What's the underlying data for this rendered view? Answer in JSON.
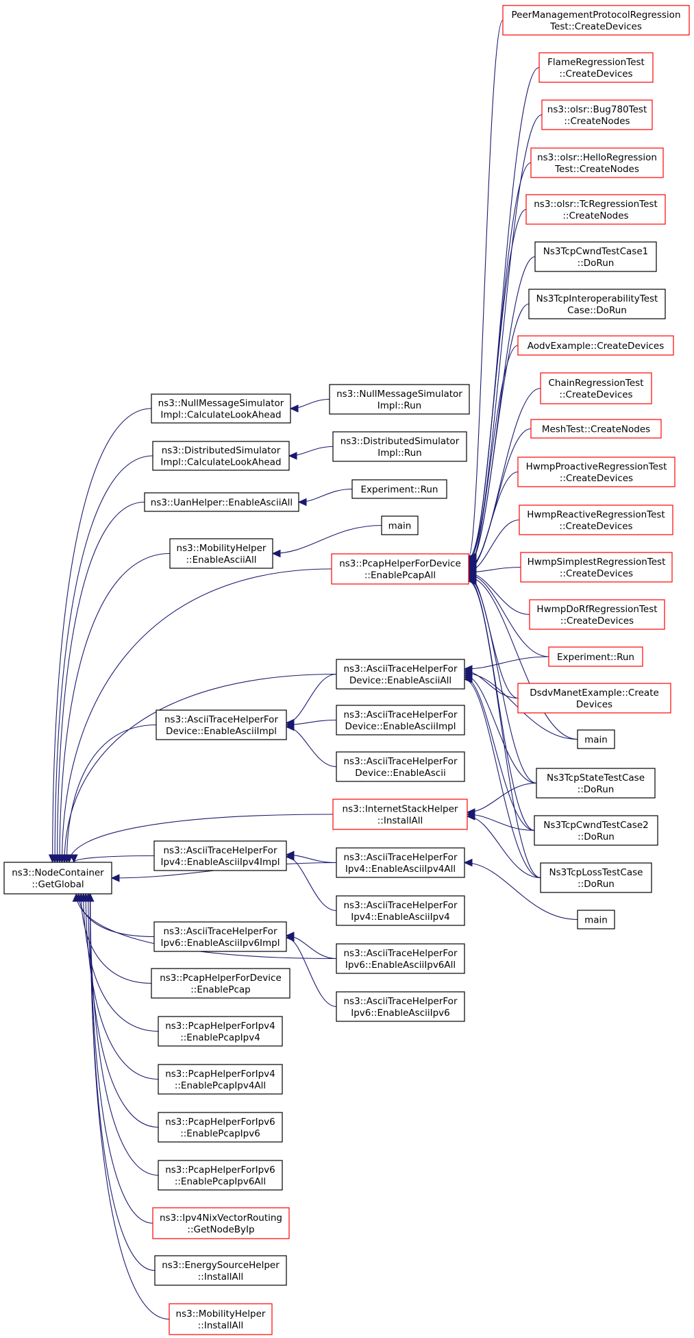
{
  "diagram": {
    "type": "doxygen-caller-graph",
    "colors": {
      "edge": "#191970",
      "normal_border": "#000000",
      "truncated_border": "#ff0000",
      "root_fill": "#bfbfbf",
      "text": "#000000"
    },
    "nodes": [
      {
        "id": "root",
        "lines": [
          "ns3::NodeContainer",
          "::GetGlobal"
        ],
        "style": "root"
      },
      {
        "id": "nms_cla",
        "lines": [
          "ns3::NullMessageSimulator",
          "Impl::CalculateLookAhead"
        ],
        "style": "normal"
      },
      {
        "id": "ds_cla",
        "lines": [
          "ns3::DistributedSimulator",
          "Impl::CalculateLookAhead"
        ],
        "style": "normal"
      },
      {
        "id": "uan",
        "lines": [
          "ns3::UanHelper::EnableAsciiAll"
        ],
        "style": "normal"
      },
      {
        "id": "mob_ascii",
        "lines": [
          "ns3::MobilityHelper",
          "::EnableAsciiAll"
        ],
        "style": "normal"
      },
      {
        "id": "ath_impl",
        "lines": [
          "ns3::AsciiTraceHelperFor",
          "Device::EnableAsciiImpl"
        ],
        "style": "normal"
      },
      {
        "id": "ath4_impl",
        "lines": [
          "ns3::AsciiTraceHelperFor",
          "Ipv4::EnableAsciiIpv4Impl"
        ],
        "style": "normal"
      },
      {
        "id": "ath6_impl",
        "lines": [
          "ns3::AsciiTraceHelperFor",
          "Ipv6::EnableAsciiIpv6Impl"
        ],
        "style": "normal"
      },
      {
        "id": "pcap_dev",
        "lines": [
          "ns3::PcapHelperForDevice",
          "::EnablePcap"
        ],
        "style": "normal"
      },
      {
        "id": "pcap4",
        "lines": [
          "ns3::PcapHelperForIpv4",
          "::EnablePcapIpv4"
        ],
        "style": "normal"
      },
      {
        "id": "pcap4all",
        "lines": [
          "ns3::PcapHelperForIpv4",
          "::EnablePcapIpv4All"
        ],
        "style": "normal"
      },
      {
        "id": "pcap6",
        "lines": [
          "ns3::PcapHelperForIpv6",
          "::EnablePcapIpv6"
        ],
        "style": "normal"
      },
      {
        "id": "pcap6all",
        "lines": [
          "ns3::PcapHelperForIpv6",
          "::EnablePcapIpv6All"
        ],
        "style": "normal"
      },
      {
        "id": "nix",
        "lines": [
          "ns3::Ipv4NixVectorRouting",
          "::GetNodeByIp"
        ],
        "style": "truncated"
      },
      {
        "id": "energy",
        "lines": [
          "ns3::EnergySourceHelper",
          "::InstallAll"
        ],
        "style": "normal"
      },
      {
        "id": "mob_install",
        "lines": [
          "ns3::MobilityHelper",
          "::InstallAll"
        ],
        "style": "truncated"
      },
      {
        "id": "nms_run",
        "lines": [
          "ns3::NullMessageSimulator",
          "Impl::Run"
        ],
        "style": "normal"
      },
      {
        "id": "ds_run",
        "lines": [
          "ns3::DistributedSimulator",
          "Impl::Run"
        ],
        "style": "normal"
      },
      {
        "id": "exp_run1",
        "lines": [
          "Experiment::Run"
        ],
        "style": "normal"
      },
      {
        "id": "main1",
        "lines": [
          "main"
        ],
        "style": "normal"
      },
      {
        "id": "pcap_all",
        "lines": [
          "ns3::PcapHelperForDevice",
          "::EnablePcapAll"
        ],
        "style": "truncated"
      },
      {
        "id": "ath_all",
        "lines": [
          "ns3::AsciiTraceHelperFor",
          "Device::EnableAsciiAll"
        ],
        "style": "normal"
      },
      {
        "id": "ath_impl2",
        "lines": [
          "ns3::AsciiTraceHelperFor",
          "Device::EnableAsciiImpl"
        ],
        "style": "normal"
      },
      {
        "id": "ath_ascii",
        "lines": [
          "ns3::AsciiTraceHelperFor",
          "Device::EnableAscii"
        ],
        "style": "normal"
      },
      {
        "id": "ish",
        "lines": [
          "ns3::InternetStackHelper",
          "::InstallAll"
        ],
        "style": "truncated"
      },
      {
        "id": "ath4_all",
        "lines": [
          "ns3::AsciiTraceHelperFor",
          "Ipv4::EnableAsciiIpv4All"
        ],
        "style": "normal"
      },
      {
        "id": "ath4",
        "lines": [
          "ns3::AsciiTraceHelperFor",
          "Ipv4::EnableAsciiIpv4"
        ],
        "style": "normal"
      },
      {
        "id": "ath6_all",
        "lines": [
          "ns3::AsciiTraceHelperFor",
          "Ipv6::EnableAsciiIpv6All"
        ],
        "style": "normal"
      },
      {
        "id": "ath6",
        "lines": [
          "ns3::AsciiTraceHelperFor",
          "Ipv6::EnableAsciiIpv6"
        ],
        "style": "normal"
      },
      {
        "id": "pmp",
        "lines": [
          "PeerManagementProtocolRegression",
          "Test::CreateDevices"
        ],
        "style": "truncated"
      },
      {
        "id": "flame",
        "lines": [
          "FlameRegressionTest",
          "::CreateDevices"
        ],
        "style": "truncated"
      },
      {
        "id": "bug780",
        "lines": [
          "ns3::olsr::Bug780Test",
          "::CreateNodes"
        ],
        "style": "truncated"
      },
      {
        "id": "hello",
        "lines": [
          "ns3::olsr::HelloRegression",
          "Test::CreateNodes"
        ],
        "style": "truncated"
      },
      {
        "id": "tcreg",
        "lines": [
          "ns3::olsr::TcRegressionTest",
          "::CreateNodes"
        ],
        "style": "truncated"
      },
      {
        "id": "cwnd1",
        "lines": [
          "Ns3TcpCwndTestCase1",
          "::DoRun"
        ],
        "style": "normal"
      },
      {
        "id": "interop",
        "lines": [
          "Ns3TcpInteroperabilityTest",
          "Case::DoRun"
        ],
        "style": "normal"
      },
      {
        "id": "aodv",
        "lines": [
          "AodvExample::CreateDevices"
        ],
        "style": "truncated"
      },
      {
        "id": "chain",
        "lines": [
          "ChainRegressionTest",
          "::CreateDevices"
        ],
        "style": "truncated"
      },
      {
        "id": "mesh",
        "lines": [
          "MeshTest::CreateNodes"
        ],
        "style": "truncated"
      },
      {
        "id": "hproac",
        "lines": [
          "HwmpProactiveRegressionTest",
          "::CreateDevices"
        ],
        "style": "truncated"
      },
      {
        "id": "hreac",
        "lines": [
          "HwmpReactiveRegressionTest",
          "::CreateDevices"
        ],
        "style": "truncated"
      },
      {
        "id": "hsimp",
        "lines": [
          "HwmpSimplestRegressionTest",
          "::CreateDevices"
        ],
        "style": "truncated"
      },
      {
        "id": "hdorf",
        "lines": [
          "HwmpDoRfRegressionTest",
          "::CreateDevices"
        ],
        "style": "truncated"
      },
      {
        "id": "exp_run2",
        "lines": [
          "Experiment::Run"
        ],
        "style": "truncated"
      },
      {
        "id": "dsdv",
        "lines": [
          "DsdvManetExample::Create",
          "Devices"
        ],
        "style": "truncated"
      },
      {
        "id": "main2",
        "lines": [
          "main"
        ],
        "style": "normal"
      },
      {
        "id": "state",
        "lines": [
          "Ns3TcpStateTestCase",
          "::DoRun"
        ],
        "style": "normal"
      },
      {
        "id": "cwnd2",
        "lines": [
          "Ns3TcpCwndTestCase2",
          "::DoRun"
        ],
        "style": "normal"
      },
      {
        "id": "loss",
        "lines": [
          "Ns3TcpLossTestCase",
          "::DoRun"
        ],
        "style": "normal"
      },
      {
        "id": "main3",
        "lines": [
          "main"
        ],
        "style": "normal"
      }
    ],
    "edges": [
      [
        "nms_cla",
        "root"
      ],
      [
        "ds_cla",
        "root"
      ],
      [
        "uan",
        "root"
      ],
      [
        "mob_ascii",
        "root"
      ],
      [
        "pcap_all",
        "root"
      ],
      [
        "ath_all",
        "root"
      ],
      [
        "ath_impl",
        "root"
      ],
      [
        "ish",
        "root"
      ],
      [
        "ath4_all",
        "root"
      ],
      [
        "ath4_impl",
        "root"
      ],
      [
        "ath6_all",
        "root"
      ],
      [
        "ath6_impl",
        "root"
      ],
      [
        "pcap_dev",
        "root"
      ],
      [
        "pcap4",
        "root"
      ],
      [
        "pcap4all",
        "root"
      ],
      [
        "pcap6",
        "root"
      ],
      [
        "pcap6all",
        "root"
      ],
      [
        "nix",
        "root"
      ],
      [
        "energy",
        "root"
      ],
      [
        "mob_install",
        "root"
      ],
      [
        "nms_run",
        "nms_cla"
      ],
      [
        "ds_run",
        "ds_cla"
      ],
      [
        "exp_run1",
        "uan"
      ],
      [
        "main1",
        "mob_ascii"
      ],
      [
        "ath_all",
        "ath_impl"
      ],
      [
        "ath_impl2",
        "ath_impl"
      ],
      [
        "ath_ascii",
        "ath_impl"
      ],
      [
        "ath4_all",
        "ath4_impl"
      ],
      [
        "ath4",
        "ath4_impl"
      ],
      [
        "ath6_all",
        "ath6_impl"
      ],
      [
        "ath6",
        "ath6_impl"
      ],
      [
        "pmp",
        "pcap_all"
      ],
      [
        "flame",
        "pcap_all"
      ],
      [
        "bug780",
        "pcap_all"
      ],
      [
        "hello",
        "pcap_all"
      ],
      [
        "tcreg",
        "pcap_all"
      ],
      [
        "cwnd1",
        "pcap_all"
      ],
      [
        "interop",
        "pcap_all"
      ],
      [
        "aodv",
        "pcap_all"
      ],
      [
        "chain",
        "pcap_all"
      ],
      [
        "mesh",
        "pcap_all"
      ],
      [
        "hproac",
        "pcap_all"
      ],
      [
        "hreac",
        "pcap_all"
      ],
      [
        "hsimp",
        "pcap_all"
      ],
      [
        "hdorf",
        "pcap_all"
      ],
      [
        "exp_run2",
        "pcap_all"
      ],
      [
        "dsdv",
        "pcap_all"
      ],
      [
        "main2",
        "pcap_all"
      ],
      [
        "state",
        "pcap_all"
      ],
      [
        "cwnd2",
        "pcap_all"
      ],
      [
        "loss",
        "pcap_all"
      ],
      [
        "exp_run2",
        "ath_all"
      ],
      [
        "dsdv",
        "ath_all"
      ],
      [
        "main2",
        "ath_all"
      ],
      [
        "state",
        "ath_all"
      ],
      [
        "cwnd2",
        "ath_all"
      ],
      [
        "loss",
        "ath_all"
      ],
      [
        "state",
        "ish"
      ],
      [
        "cwnd2",
        "ish"
      ],
      [
        "loss",
        "ish"
      ],
      [
        "main3",
        "ath4_all"
      ]
    ]
  }
}
